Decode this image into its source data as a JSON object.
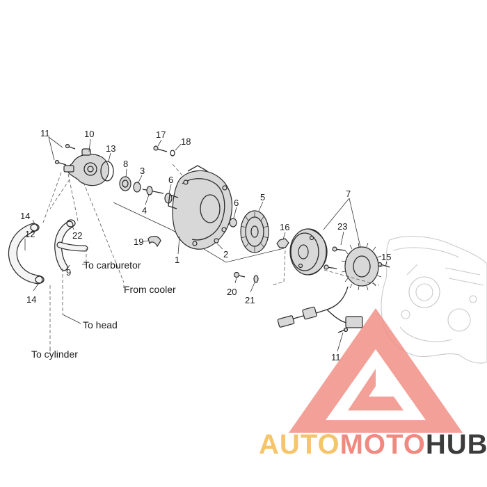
{
  "callouts": {
    "c11a": "11",
    "c10": "10",
    "c13": "13",
    "c8": "8",
    "c3": "3",
    "c4": "4",
    "c17": "17",
    "c18": "18",
    "c6a": "6",
    "c6b": "6",
    "c5": "5",
    "c7": "7",
    "c16": "16",
    "c23": "23",
    "c15": "15",
    "c14a": "14",
    "c22": "22",
    "c12": "12",
    "c9": "9",
    "c14b": "14",
    "c19": "19",
    "c1": "1",
    "c2": "2",
    "c20": "20",
    "c21": "21",
    "c11b": "11"
  },
  "destinations": {
    "carburetor": "To carburetor",
    "from_cooler": "From cooler",
    "head": "To head",
    "cylinder": "To cylinder"
  },
  "watermark": {
    "part1": "AUTO",
    "part2": "MOTO",
    "part3": "HUB",
    "colors": {
      "auto": "#f6c46a",
      "moto": "#f08a80",
      "hub": "#3c3c3c",
      "triangle": "#f08f86"
    }
  }
}
